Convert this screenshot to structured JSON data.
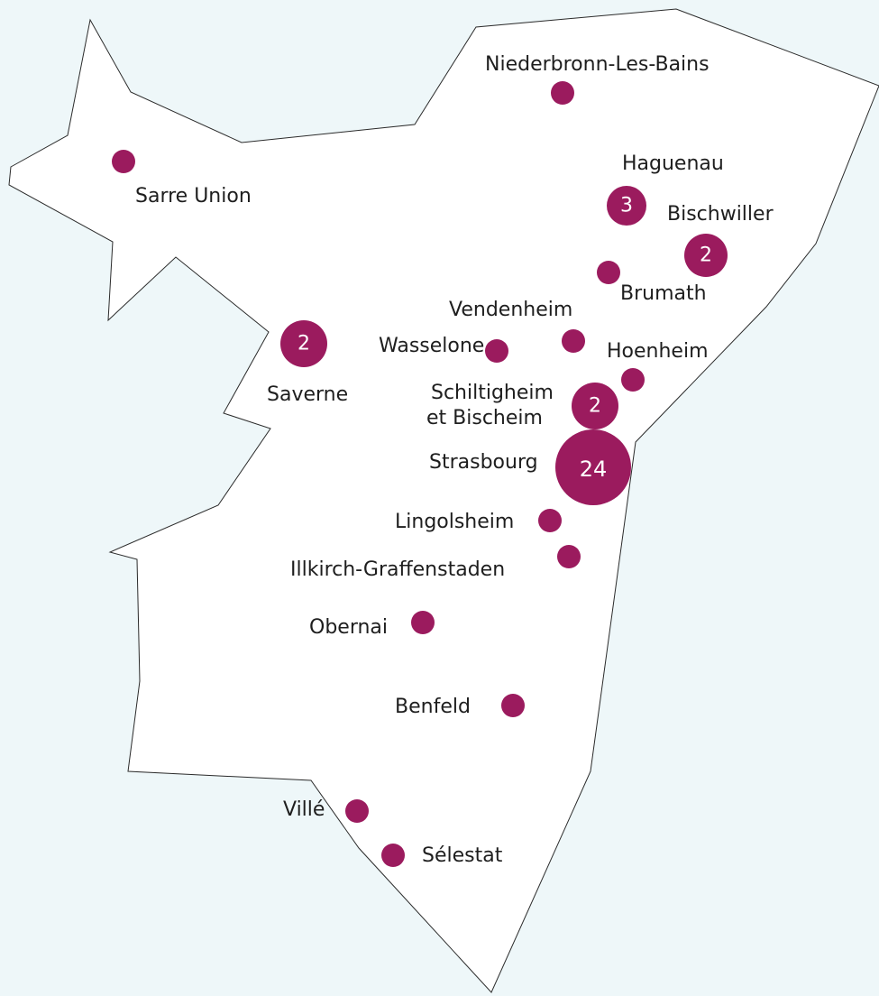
{
  "colors": {
    "background": "#eef7f9",
    "region_fill": "#ffffff",
    "region_stroke": "#2b2b2b",
    "marker": "#9b1b5e",
    "marker_text": "#ffffff",
    "label_text": "#1e1e1e"
  },
  "cities": [
    {
      "id": "niederbronn",
      "name": "Niederbronn-Les-Bains",
      "count": 1
    },
    {
      "id": "sarre-union",
      "name": "Sarre Union",
      "count": 1
    },
    {
      "id": "haguenau",
      "name": "Haguenau",
      "count": 3
    },
    {
      "id": "bischwiller",
      "name": "Bischwiller",
      "count": 2
    },
    {
      "id": "brumath",
      "name": "Brumath",
      "count": 1
    },
    {
      "id": "vendenheim",
      "name": "Vendenheim",
      "count": 1
    },
    {
      "id": "saverne",
      "name": "Saverne",
      "count": 2
    },
    {
      "id": "wasselone",
      "name": "Wasselone",
      "count": 1
    },
    {
      "id": "hoenheim",
      "name": "Hoenheim",
      "count": 1
    },
    {
      "id": "schiltigheim",
      "name": "Schiltigheim",
      "name2": "et Bischeim",
      "count": 2
    },
    {
      "id": "strasbourg",
      "name": "Strasbourg",
      "count": 24
    },
    {
      "id": "lingolsheim",
      "name": "Lingolsheim",
      "count": 1
    },
    {
      "id": "illkirch",
      "name": "Illkirch-Graffenstaden",
      "count": 1
    },
    {
      "id": "obernai",
      "name": "Obernai",
      "count": 1
    },
    {
      "id": "benfeld",
      "name": "Benfeld",
      "count": 1
    },
    {
      "id": "ville",
      "name": "Villé",
      "count": 1
    },
    {
      "id": "selestat",
      "name": "Sélestat",
      "count": 1
    }
  ]
}
